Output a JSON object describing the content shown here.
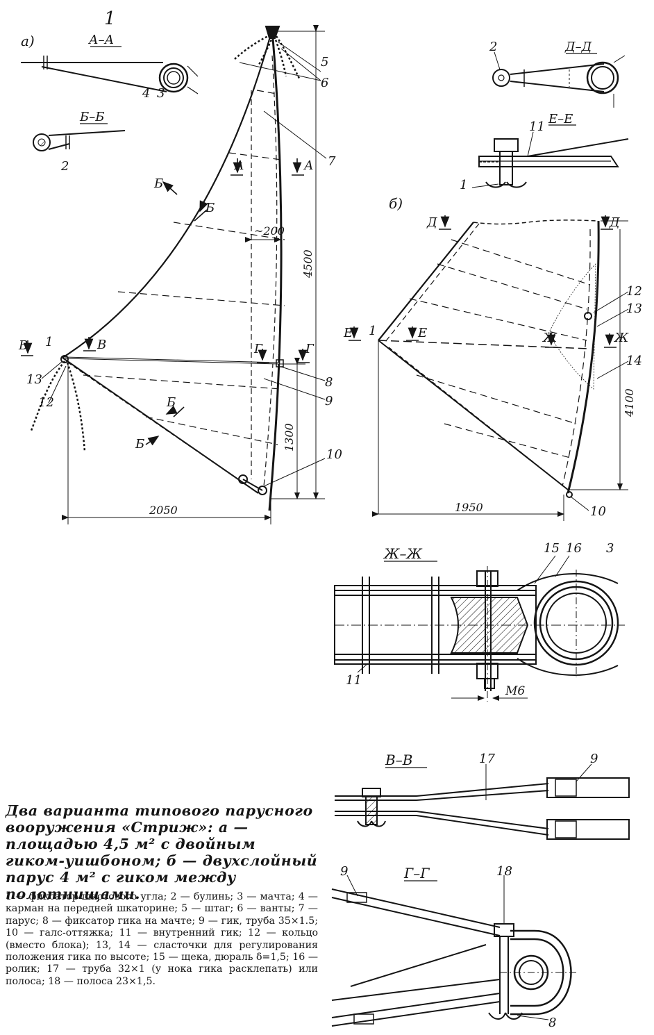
{
  "figure": {
    "number": "1",
    "variant_a": "а)",
    "variant_b": "б)"
  },
  "sections": {
    "aa": "А–А",
    "bb": "Б–Б",
    "dd": "Д–Д",
    "ee": "Е–Е",
    "zhzh": "Ж–Ж",
    "vv": "В–В",
    "gg": "Г–Г"
  },
  "section_marks": {
    "a": "А",
    "b": "Б",
    "v": "В",
    "g": "Г",
    "d": "Д",
    "e": "Е",
    "zh": "Ж"
  },
  "dimensions": {
    "height_a": "4500",
    "boom_height_a": "1300",
    "width_a": "2050",
    "offset_a": "~200",
    "height_b": "4100",
    "width_b": "1950",
    "bolt": "М6"
  },
  "callouts": {
    "n1": "1",
    "n2": "2",
    "n3": "3",
    "n4": "4",
    "n5": "5",
    "n6": "6",
    "n7": "7",
    "n8": "8",
    "n9": "9",
    "n10": "10",
    "n11": "11",
    "n12": "12",
    "n13": "13",
    "n14": "14",
    "n15": "15",
    "n16": "16",
    "n17": "17",
    "n18": "18"
  },
  "caption": "Два варианта типового парусного вооружения «Стриж»: а — площадью 4,5 м² с двойным гиком-уишбоном; б — двухслойный парус 4 м² с гиком между полотнищами.",
  "legend": "1 — фиксатор шкотового угла; 2 — булинь; 3 — мачта; 4 — карман на передней шкаторине; 5 — штаг; 6 — ванты; 7 — парус; 8 — фиксатор гика на мачте; 9 — гик, труба 35×1.5; 10 — галс-оттяжка; 11 — внутренний гик; 12 — кольцо (вместо блока); 13, 14 — сласточки для регулирования положения гика по высоте; 15 — щека, дюраль δ=1,5; 16 — ролик; 17 — труба 32×1 (у нока гика расклепать) или полоса; 18 — полоса 23×1,5."
}
